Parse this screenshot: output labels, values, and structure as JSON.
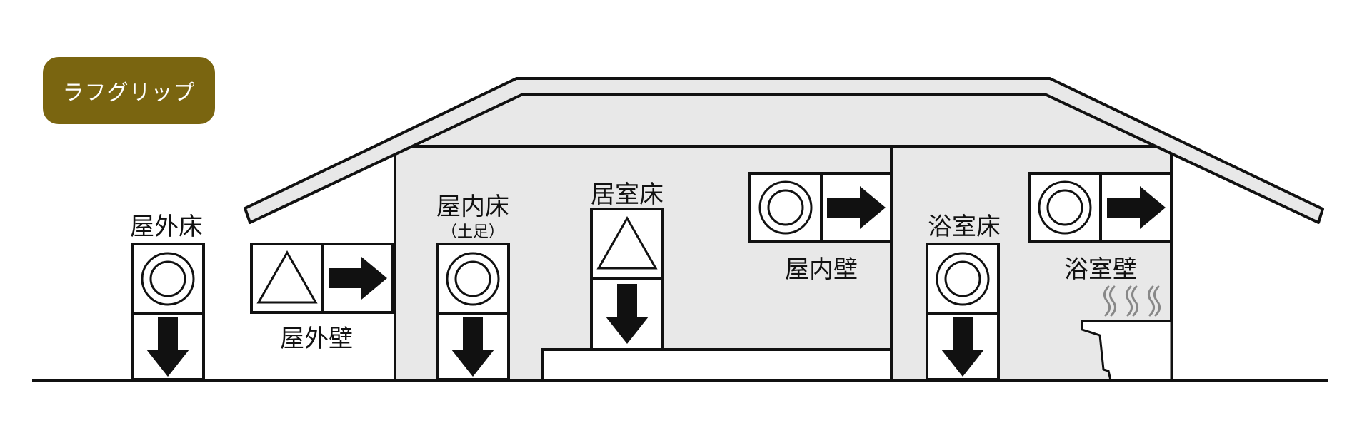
{
  "badge": {
    "label": "ラフグリップ"
  },
  "areas": {
    "outdoor_floor": {
      "label": "屋外床",
      "rating": "◎",
      "direction": "down"
    },
    "outdoor_wall": {
      "label": "屋外壁",
      "rating": "△",
      "direction": "right"
    },
    "indoor_floor": {
      "label": "屋内床",
      "note": "（土足）",
      "rating": "◎",
      "direction": "down"
    },
    "living_floor": {
      "label": "居室床",
      "rating": "△",
      "direction": "down"
    },
    "indoor_wall": {
      "label": "屋内壁",
      "rating": "◎",
      "direction": "right"
    },
    "bath_floor": {
      "label": "浴室床",
      "rating": "◎",
      "direction": "down"
    },
    "bath_wall": {
      "label": "浴室壁",
      "rating": "◎",
      "direction": "right"
    }
  },
  "colors": {
    "badge": "#7a6510",
    "building_fill": "#e8e8e8",
    "line": "#111111"
  }
}
